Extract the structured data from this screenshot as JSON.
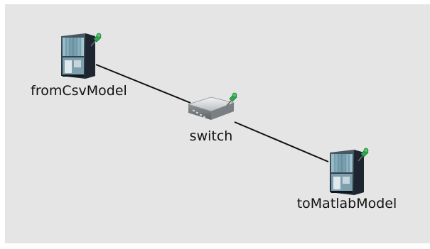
{
  "network": {
    "nodes": [
      {
        "id": "fromCsvModel",
        "label": "fromCsvModel",
        "type": "server",
        "pinned": true
      },
      {
        "id": "switch",
        "label": "switch",
        "type": "switch",
        "pinned": true
      },
      {
        "id": "toMatlabModel",
        "label": "toMatlabModel",
        "type": "server",
        "pinned": true
      }
    ],
    "links": [
      {
        "from": "fromCsvModel",
        "to": "switch"
      },
      {
        "from": "switch",
        "to": "toMatlabModel"
      }
    ]
  },
  "icons": {
    "server": "server-icon",
    "switch": "network-switch-icon",
    "pin": "pushpin-icon"
  },
  "colors": {
    "canvas_background": "#e5e5e5",
    "link": "#111111",
    "server_body": "#2f3f4b",
    "server_panel": "#7fa6b4",
    "switch_body": "#c8cbcd",
    "pin_head": "#2fa84f"
  }
}
